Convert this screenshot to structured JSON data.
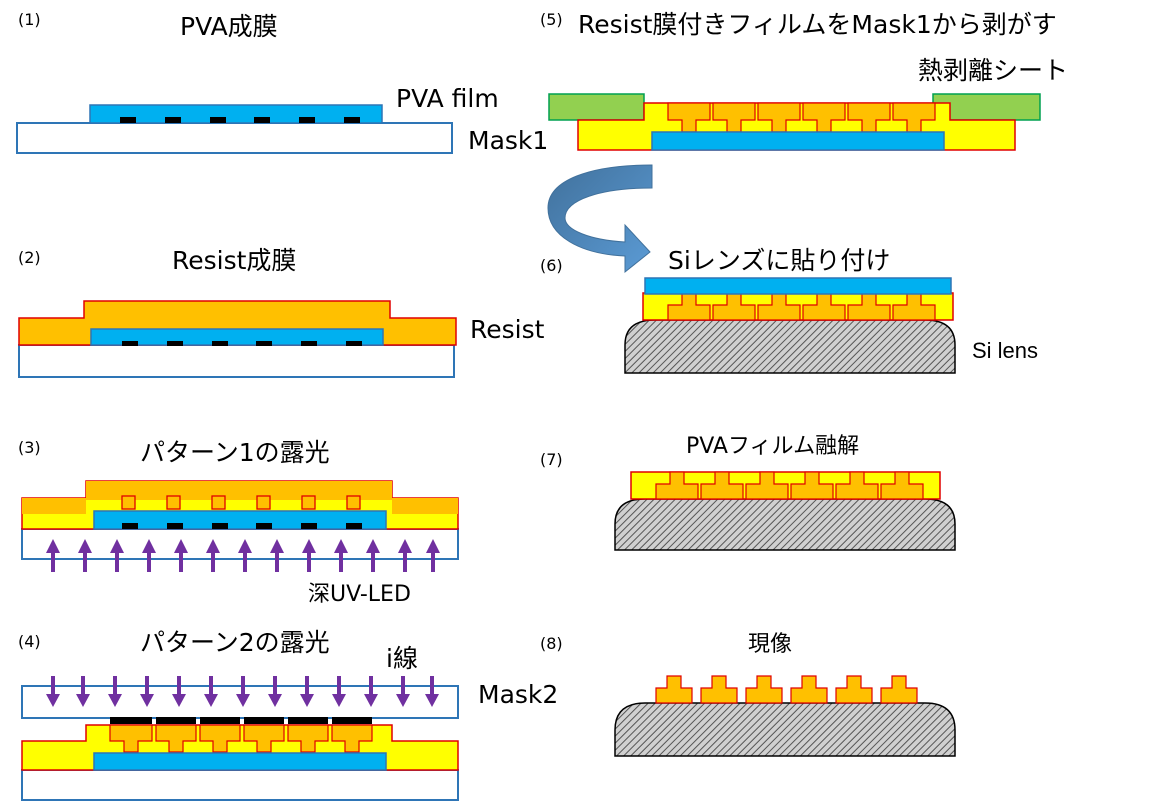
{
  "colors": {
    "pva": "#00b0f0",
    "pva_border": "#2e75b6",
    "resist": "#ffc000",
    "resist_border": "#e00000",
    "resist_light": "#ffff00",
    "substrate_border": "#2e75b6",
    "arrow_purple": "#7030a0",
    "sheet": "#92d050",
    "sheet_border": "#00a050",
    "curve_arrow": "#5b9bd5",
    "mark": "#000000"
  },
  "steps": [
    {
      "num": "(1)",
      "title": "PVA成膜"
    },
    {
      "num": "(2)",
      "title": "Resist成膜"
    },
    {
      "num": "(3)",
      "title": "パターン1の露光"
    },
    {
      "num": "(4)",
      "title": "パターン2の露光"
    },
    {
      "num": "(5)",
      "title": "Resist膜付きフィルムをMask1から剥がす"
    },
    {
      "num": "(6)",
      "title": "Siレンズに貼り付け"
    },
    {
      "num": "(7)",
      "title": "PVAフィルム融解"
    },
    {
      "num": "(8)",
      "title": "現像"
    }
  ],
  "labels": {
    "pva_film": "PVA film",
    "mask1": "Mask1",
    "resist": "Resist",
    "deep_uv_led": "深UV-LED",
    "i_line": "i線",
    "mask2": "Mask2",
    "thermal_sheet": "熱剥離シート",
    "si_lens": "Si lens"
  },
  "icons": {
    "uv_arrow": "up-arrow-icon",
    "iline_arrow": "down-arrow-icon",
    "flip_arrow": "curved-arrow-icon"
  }
}
